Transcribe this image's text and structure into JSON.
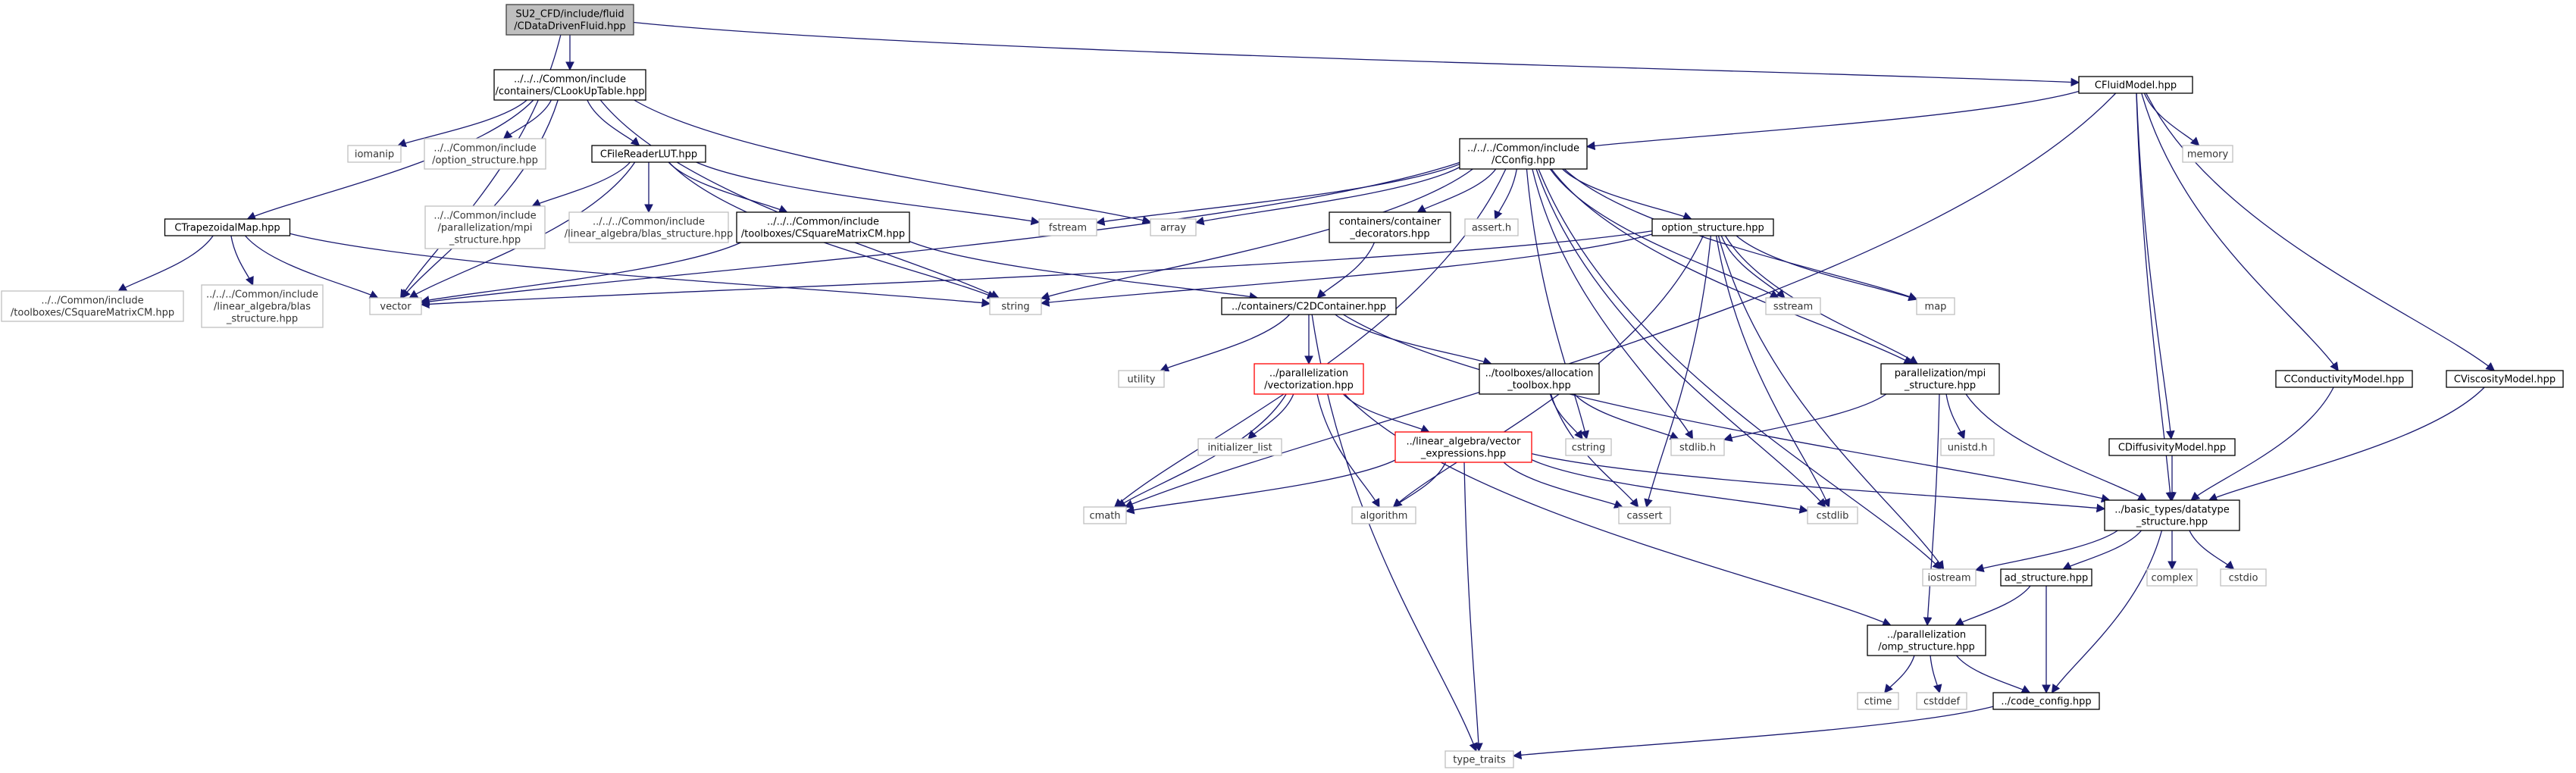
{
  "colors": {
    "edge": "#191970",
    "root_fill": "#bfbfbf",
    "documented_border": "#000000",
    "undocumented_border": "#bfbfbf",
    "truncated_border": "#ff0000",
    "node_fill": "#ffffff"
  },
  "nodes": {
    "root": [
      "SU2_CFD/include/fluid",
      "/CDataDrivenFluid.hpp"
    ],
    "lut": [
      "../../../Common/include",
      "/containers/CLookUpTable.hpp"
    ],
    "cfluid": [
      "CFluidModel.hpp"
    ],
    "iomanip": [
      "iomanip"
    ],
    "optstruct_c": [
      "../../Common/include",
      "/option_structure.hpp"
    ],
    "cfilereader": [
      "CFileReaderLUT.hpp"
    ],
    "ctrap": [
      "CTrapezoidalMap.hpp"
    ],
    "par_mpi_c": [
      "../../Common/include",
      "/parallelization/mpi",
      "_structure.hpp"
    ],
    "blas_c": [
      "../../../Common/include",
      "/linear_algebra/blas_structure.hpp"
    ],
    "csqm": [
      "../../../Common/include",
      "/toolboxes/CSquareMatrixCM.hpp"
    ],
    "ccsqm2": [
      "../../Common/include",
      "/toolboxes/CSquareMatrixCM.hpp"
    ],
    "blas2": [
      "../../../Common/include",
      "/linear_algebra/blas",
      "_structure.hpp"
    ],
    "vector": [
      "vector"
    ],
    "string": [
      "string"
    ],
    "fstream": [
      "fstream"
    ],
    "array": [
      "array"
    ],
    "cconfig": [
      "../../../Common/include",
      "/CConfig.hpp"
    ],
    "contdec": [
      "containers/container",
      "_decorators.hpp"
    ],
    "asserth": [
      "assert.h"
    ],
    "optstruct": [
      "option_structure.hpp"
    ],
    "sstream": [
      "sstream"
    ],
    "map": [
      "map"
    ],
    "memory": [
      "memory"
    ],
    "c2d": [
      "../containers/C2DContainer.hpp"
    ],
    "utility": [
      "utility"
    ],
    "vectorization": [
      "../parallelization",
      "/vectorization.hpp"
    ],
    "alloc": [
      "../toolboxes/allocation",
      "_toolbox.hpp"
    ],
    "cstring": [
      "cstring"
    ],
    "stdlibh": [
      "stdlib.h"
    ],
    "parmpi": [
      "parallelization/mpi",
      "_structure.hpp"
    ],
    "unistdh": [
      "unistd.h"
    ],
    "initlist": [
      "initializer_list"
    ],
    "vecexpr": [
      "../linear_algebra/vector",
      "_expressions.hpp"
    ],
    "cmath": [
      "cmath"
    ],
    "algorithm": [
      "algorithm"
    ],
    "cassert": [
      "cassert"
    ],
    "cstdlib": [
      "cstdlib"
    ],
    "datatype": [
      "../basic_types/datatype",
      "_structure.hpp"
    ],
    "cdiff": [
      "CDiffusivityModel.hpp"
    ],
    "ccond": [
      "CConductivityModel.hpp"
    ],
    "cvisc": [
      "CViscosityModel.hpp"
    ],
    "iostream": [
      "iostream"
    ],
    "adstruct": [
      "ad_structure.hpp"
    ],
    "complex": [
      "complex"
    ],
    "cstdio": [
      "cstdio"
    ],
    "omp": [
      "../parallelization",
      "/omp_structure.hpp"
    ],
    "ctime": [
      "ctime"
    ],
    "cstddef": [
      "cstddef"
    ],
    "codeconfig": [
      "../code_config.hpp"
    ],
    "typetraits": [
      "type_traits"
    ]
  }
}
